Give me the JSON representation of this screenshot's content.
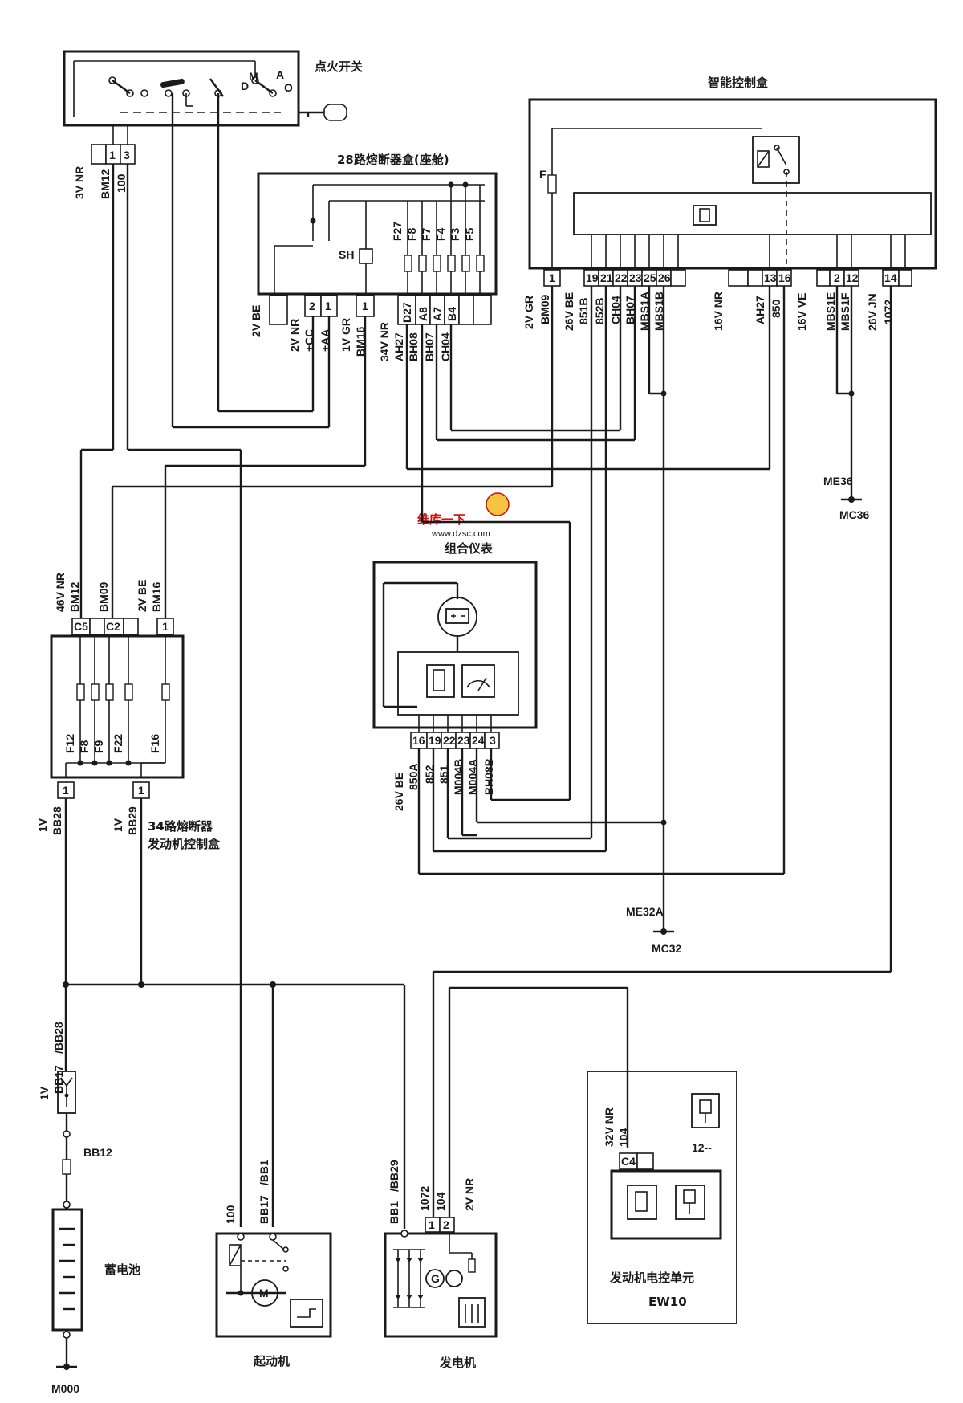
{
  "titles": {
    "ignition": "点火开关",
    "bsi": "智能控制盒",
    "fusebox28": "28路熔断器盒(座舱)",
    "cluster": "组合仪表",
    "fusebox34_line1": "34路熔断器",
    "fusebox34_line2": "发动机控制盒",
    "battery": "蓄电池",
    "starter": "起动机",
    "alternator": "发电机",
    "ecu_line1": "发动机电控单元",
    "ecu_line2": "EW10"
  },
  "ignition_switch": {
    "positions": [
      "D",
      "M",
      "A",
      "O"
    ],
    "pins": [
      "1",
      "3"
    ],
    "wires": [
      "3V NR",
      "BM12",
      "100"
    ]
  },
  "fusebox28": {
    "fuses": [
      "F27",
      "F8",
      "F7",
      "F4",
      "F3",
      "F5"
    ],
    "shunt": "SH",
    "pins": [
      "2",
      "1",
      "1"
    ],
    "wire_labels": [
      "2V BE",
      "2V NR",
      "+CC",
      "+AA",
      "1V GR",
      "BM16",
      "34V NR",
      "AH27",
      "BH08",
      "BH07",
      "CH04"
    ],
    "connector_ids": [
      "D27",
      "A8",
      "A7",
      "B4"
    ]
  },
  "bsi": {
    "fuse": "F",
    "pins": [
      "1",
      "19",
      "21",
      "22",
      "23",
      "25",
      "26",
      "13",
      "16",
      "2",
      "12",
      "14"
    ],
    "wire_labels": [
      "2V GR",
      "BM09",
      "26V BE",
      "851B",
      "852B",
      "CH04",
      "BH07",
      "MBS1A",
      "MBS1B",
      "16V NR",
      "AH27",
      "850",
      "16V VE",
      "MBS1E",
      "MBS1F",
      "26V JN",
      "1072"
    ]
  },
  "fusebox34": {
    "fuses": [
      "F12",
      "F8",
      "F9",
      "F22",
      "F16"
    ],
    "pins_top": [
      "C5",
      "C2",
      "1"
    ],
    "pins_bottom": [
      "1",
      "1"
    ],
    "wire_labels": [
      "46V NR",
      "BM12",
      "BM09",
      "2V BE",
      "BM16",
      "1V",
      "BB28",
      "1V",
      "BB29"
    ]
  },
  "cluster": {
    "pins": [
      "16",
      "19",
      "22",
      "23",
      "24",
      "3"
    ],
    "wire_labels": [
      "26V BE",
      "850A",
      "852",
      "851",
      "M004B",
      "M004A",
      "BH08B"
    ]
  },
  "grounds": [
    "ME36",
    "MC36",
    "ME32A",
    "MC32",
    "M000"
  ],
  "battery": {
    "wires": [
      "1V",
      "BB17",
      "/BB28",
      "BB12"
    ]
  },
  "starter": {
    "wires": [
      "100",
      "BB17",
      "/BB1"
    ]
  },
  "alternator": {
    "pins": [
      "1",
      "2"
    ],
    "wires": [
      "BB1",
      "/BB29",
      "1072",
      "104",
      "2V NR"
    ]
  },
  "ecu": {
    "pin": "C4",
    "wires": [
      "32V NR",
      "104"
    ],
    "sensor_label": "12--"
  },
  "watermark": {
    "brand": "维库一下",
    "url": "www.dzsc.com"
  }
}
